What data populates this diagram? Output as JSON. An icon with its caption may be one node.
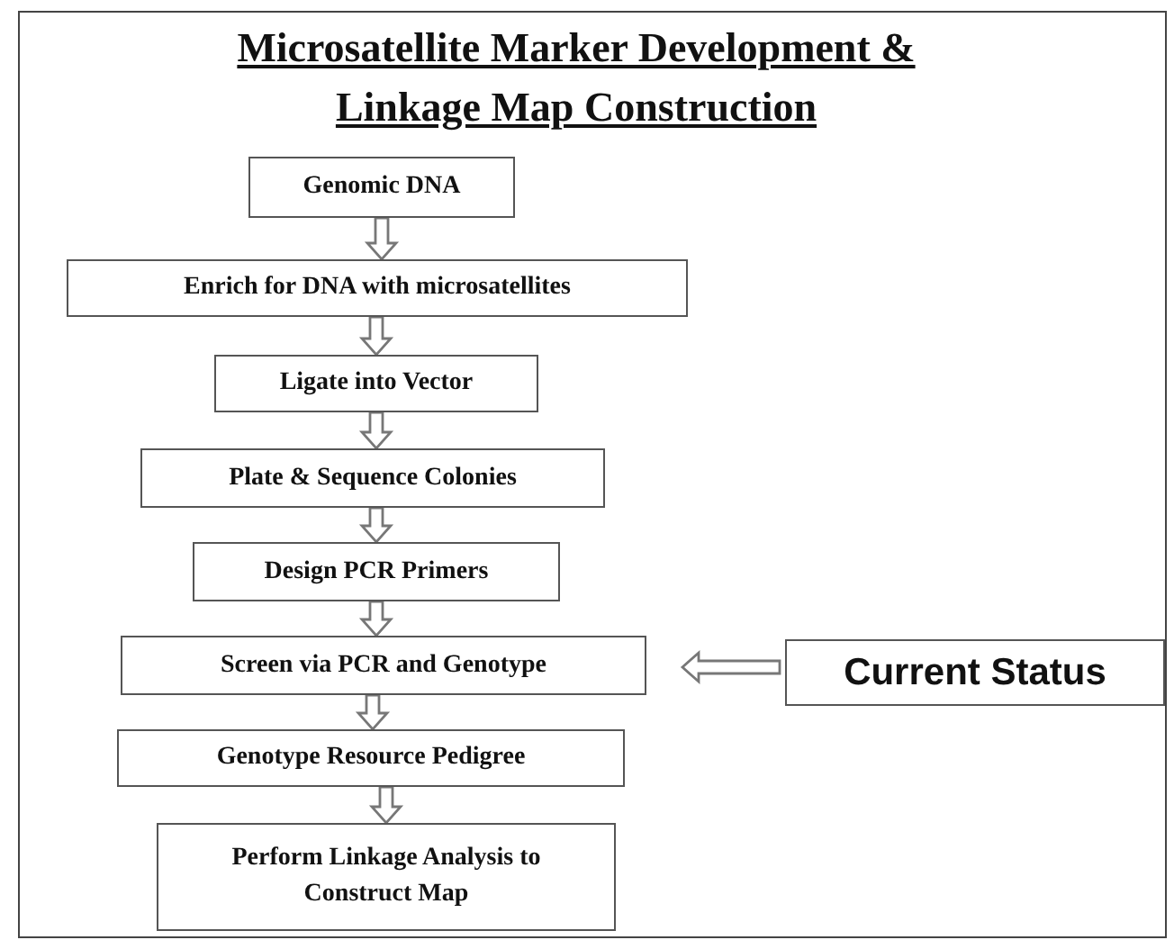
{
  "diagram": {
    "title": "Microsatellite Marker Development & Linkage Map Construction",
    "nodes": [
      {
        "text": [
          "Genomic DNA"
        ]
      },
      {
        "text": [
          "Enrich for DNA with microsatellites"
        ]
      },
      {
        "text": [
          "Ligate into Vector"
        ]
      },
      {
        "text": [
          "Plate & Sequence Colonies"
        ]
      },
      {
        "text": [
          "Design PCR Primers"
        ]
      },
      {
        "text": [
          "Screen via PCR and Genotype"
        ]
      },
      {
        "text": [
          "Genotype Resource Pedigree"
        ]
      },
      {
        "text": [
          "Perform Linkage Analysis to Construct Map"
        ]
      },
      {
        "text": [
          "Current Status"
        ]
      }
    ],
    "edges": [
      {
        "from": 0,
        "to": 1,
        "arrow": "to"
      },
      {
        "from": 1,
        "to": 2,
        "arrow": "to"
      },
      {
        "from": 2,
        "to": 3,
        "arrow": "to"
      },
      {
        "from": 3,
        "to": 4,
        "arrow": "to"
      },
      {
        "from": 4,
        "to": 5,
        "arrow": "to"
      },
      {
        "from": 5,
        "to": 6,
        "arrow": "to"
      },
      {
        "from": 6,
        "to": 7,
        "arrow": "to"
      },
      {
        "from": 8,
        "to": 5,
        "arrow": "to"
      }
    ]
  }
}
